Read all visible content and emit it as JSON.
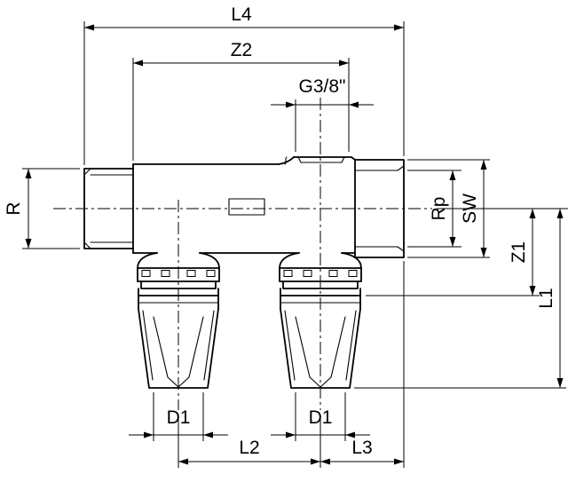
{
  "drawing": {
    "type": "technical-dimension-drawing",
    "labels": {
      "l4": "L4",
      "z2": "Z2",
      "g_thread": "G3/8\"",
      "r": "R",
      "rp": "Rp",
      "sw": "SW",
      "z1": "Z1",
      "l1": "L1",
      "d1": "D1",
      "l2": "L2",
      "l3": "L3"
    },
    "colors": {
      "line": "#000000",
      "background": "#ffffff"
    }
  }
}
